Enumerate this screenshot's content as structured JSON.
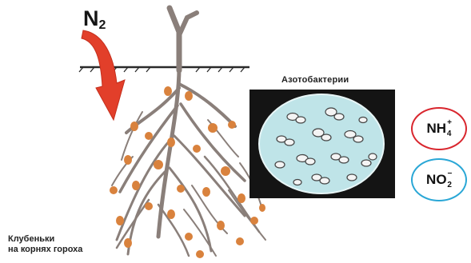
{
  "labels": {
    "n2_main": "N",
    "n2_sub": "2",
    "azotobacteria": "Азотобактерии",
    "nodules_line1": "Клубеньки",
    "nodules_line2": "на корнях гороха"
  },
  "ions": {
    "nh4": {
      "base": "NH",
      "sup": "+",
      "sub": "4"
    },
    "no2": {
      "base": "NO",
      "sup": "−",
      "sub": "2"
    }
  },
  "colors": {
    "root": "#8a7f7a",
    "nodule": "#d9823d",
    "arrow": "#e23f2a",
    "micro_frame": "#141414",
    "micro_field": "#bfe4e8",
    "nh4_ring": "#d9262e",
    "no2_ring": "#2aa7d6"
  },
  "icons": {
    "arrow": "down-curved-arrow-icon",
    "soil": "soil-line-icon"
  }
}
